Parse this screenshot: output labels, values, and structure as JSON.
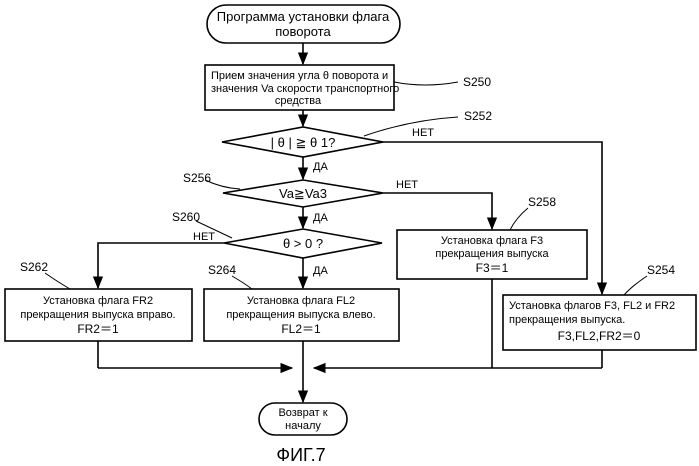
{
  "start": {
    "line1": "Программа установки флага",
    "line2": "поворота"
  },
  "input_box": {
    "line1": "Прием значения угла θ поворота и",
    "line2": "значения Va скорости транспортного",
    "line3": "средства",
    "step": "S250"
  },
  "decision1": {
    "text": "| θ | ≧ θ 1?",
    "step": "S252",
    "no": "НЕТ",
    "yes": "ДА"
  },
  "decision2": {
    "text": "Va≧Va3",
    "step": "S256",
    "no": "НЕТ",
    "yes": "ДА"
  },
  "decision3": {
    "text": "θ > 0 ?",
    "step": "S260",
    "no": "НЕТ",
    "yes": "ДА"
  },
  "box_f3": {
    "line1": "Установка флага F3",
    "line2": "прекращения выпуска",
    "line3": "F3＝1",
    "step": "S258"
  },
  "box_fr2": {
    "line1": "Установка флага FR2",
    "line2": "прекращения выпуска вправо.",
    "line3": "FR2＝1",
    "step": "S262"
  },
  "box_fl2": {
    "line1": "Установка флага FL2",
    "line2": "прекращения выпуска влево.",
    "line3": "FL2＝1",
    "step": "S264"
  },
  "box_reset": {
    "line1": "Установка флагов F3, FL2 и FR2",
    "line2": "прекращения выпуска.",
    "line3": "F3,FL2,FR2＝0",
    "step": "S254"
  },
  "end": {
    "line1": "Возврат к",
    "line2": "началу"
  },
  "figure_label": "ФИГ.7"
}
